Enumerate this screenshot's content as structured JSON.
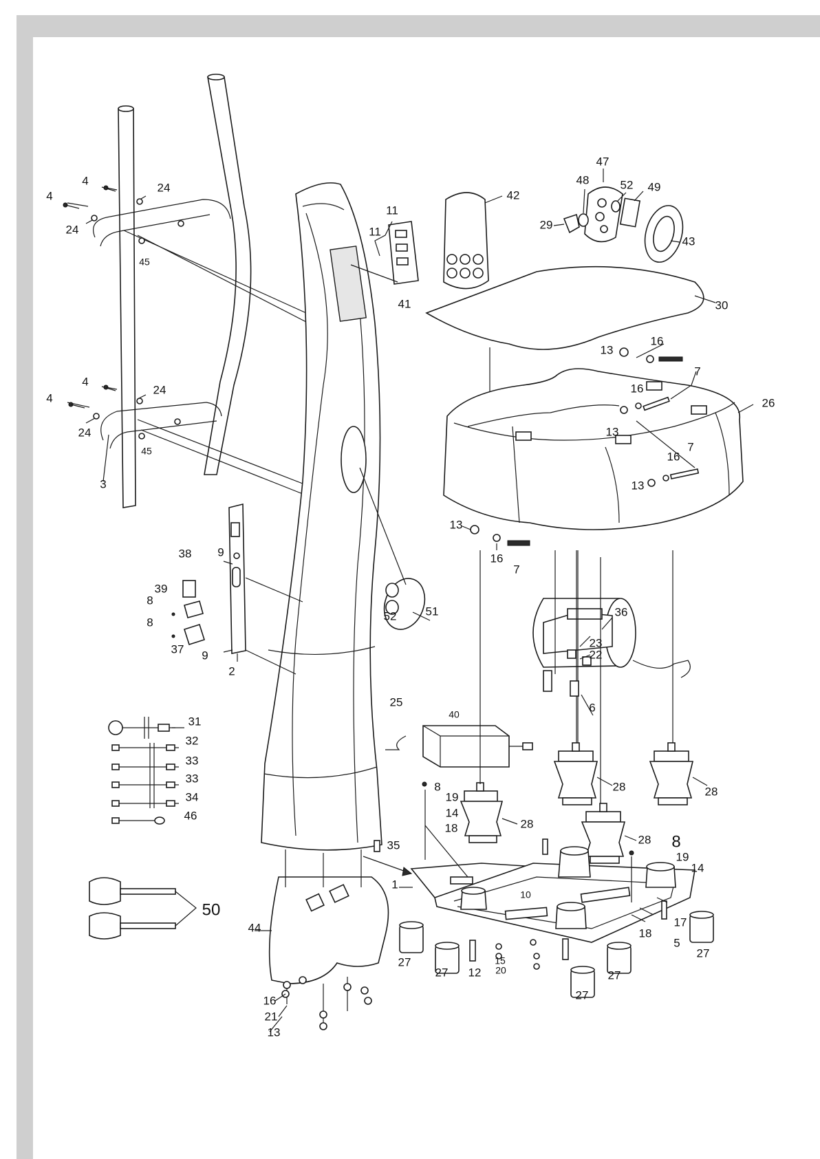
{
  "diagram": {
    "type": "exploded-parts-diagram",
    "part_numbers": [
      "1",
      "2",
      "3",
      "4",
      "5",
      "6",
      "7",
      "8",
      "9",
      "10",
      "11",
      "12",
      "13",
      "14",
      "15",
      "16",
      "17",
      "18",
      "19",
      "20",
      "21",
      "22",
      "23",
      "24",
      "25",
      "26",
      "27",
      "28",
      "29",
      "30",
      "31",
      "32",
      "33",
      "34",
      "35",
      "36",
      "37",
      "38",
      "39",
      "40",
      "41",
      "42",
      "43",
      "44",
      "45",
      "46",
      "47",
      "48",
      "49",
      "50",
      "51",
      "52"
    ],
    "labels": [
      {
        "text": "4"
      },
      {
        "text": "4"
      },
      {
        "text": "24"
      },
      {
        "text": "24"
      },
      {
        "text": "45"
      },
      {
        "text": "4"
      },
      {
        "text": "4"
      },
      {
        "text": "24"
      },
      {
        "text": "24"
      },
      {
        "text": "45"
      },
      {
        "text": "3"
      },
      {
        "text": "11"
      },
      {
        "text": "11"
      },
      {
        "text": "41"
      },
      {
        "text": "42"
      },
      {
        "text": "47"
      },
      {
        "text": "48"
      },
      {
        "text": "52"
      },
      {
        "text": "49"
      },
      {
        "text": "29"
      },
      {
        "text": "43"
      },
      {
        "text": "30"
      },
      {
        "text": "13"
      },
      {
        "text": "16"
      },
      {
        "text": "7"
      },
      {
        "text": "16"
      },
      {
        "text": "26"
      },
      {
        "text": "13"
      },
      {
        "text": "16"
      },
      {
        "text": "7"
      },
      {
        "text": "13"
      },
      {
        "text": "13"
      },
      {
        "text": "16"
      },
      {
        "text": "7"
      },
      {
        "text": "38"
      },
      {
        "text": "9"
      },
      {
        "text": "39"
      },
      {
        "text": "8"
      },
      {
        "text": "8"
      },
      {
        "text": "37"
      },
      {
        "text": "9"
      },
      {
        "text": "2"
      },
      {
        "text": "52"
      },
      {
        "text": "51"
      },
      {
        "text": "36"
      },
      {
        "text": "23"
      },
      {
        "text": "22"
      },
      {
        "text": "6"
      },
      {
        "text": "25"
      },
      {
        "text": "31"
      },
      {
        "text": "32"
      },
      {
        "text": "33"
      },
      {
        "text": "33"
      },
      {
        "text": "34"
      },
      {
        "text": "46"
      },
      {
        "text": "40"
      },
      {
        "text": "28"
      },
      {
        "text": "28"
      },
      {
        "text": "8"
      },
      {
        "text": "19"
      },
      {
        "text": "14"
      },
      {
        "text": "18"
      },
      {
        "text": "28"
      },
      {
        "text": "28"
      },
      {
        "text": "35"
      },
      {
        "text": "1"
      },
      {
        "text": "8"
      },
      {
        "text": "19"
      },
      {
        "text": "14"
      },
      {
        "text": "10"
      },
      {
        "text": "17"
      },
      {
        "text": "18"
      },
      {
        "text": "5"
      },
      {
        "text": "27"
      },
      {
        "text": "50"
      },
      {
        "text": "44"
      },
      {
        "text": "27"
      },
      {
        "text": "27"
      },
      {
        "text": "12"
      },
      {
        "text": "15"
      },
      {
        "text": "20"
      },
      {
        "text": "27"
      },
      {
        "text": "27"
      },
      {
        "text": "16"
      },
      {
        "text": "21"
      },
      {
        "text": "13"
      }
    ]
  }
}
